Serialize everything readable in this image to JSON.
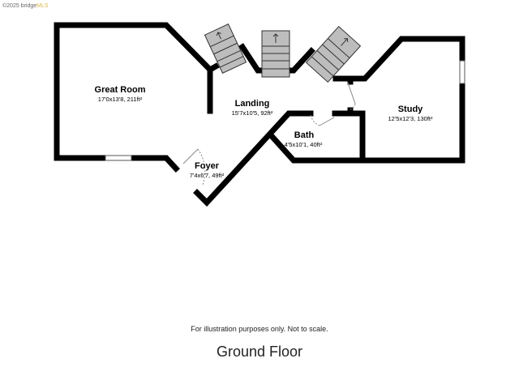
{
  "watermark": {
    "prefix": "©2025 bridge",
    "suffix": "MLS"
  },
  "rooms": [
    {
      "name": "Great Room",
      "dims": "17'0x13'8, 211ft²"
    },
    {
      "name": "Landing",
      "dims": "15'7x10'5, 92ft²"
    },
    {
      "name": "Study",
      "dims": "12'5x12'3, 130ft²"
    },
    {
      "name": "Bath",
      "dims": "4'5x10'1, 40ft²"
    },
    {
      "name": "Foyer",
      "dims": "7'4x6'7, 49ft²"
    }
  ],
  "note": "For illustration purposes only. Not to scale.",
  "floor_title": "Ground Floor"
}
